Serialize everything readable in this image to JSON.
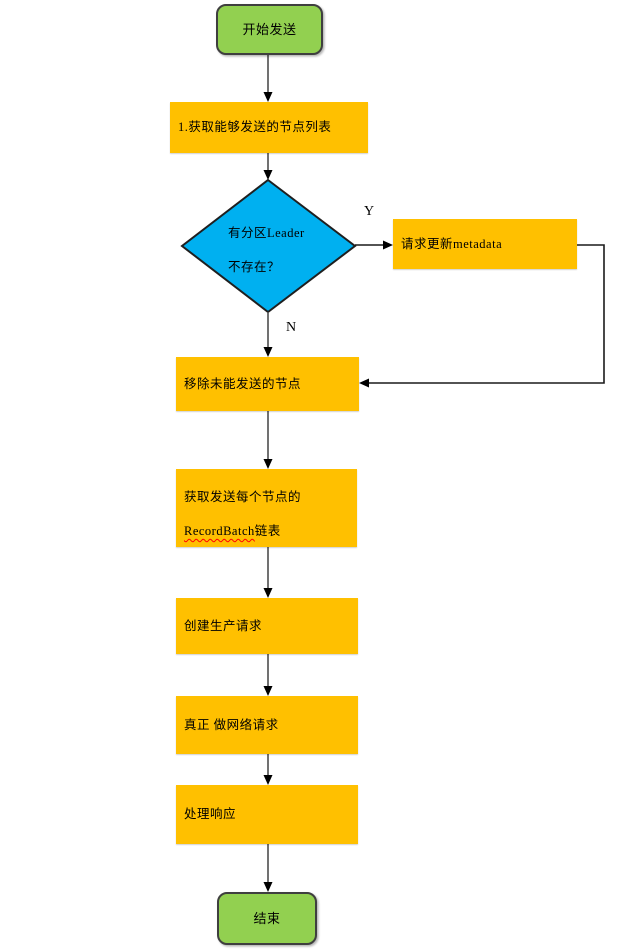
{
  "colors": {
    "page_bg": "#ffffff",
    "terminal_fill": "#92d050",
    "terminal_border": "#3f3f3f",
    "process_fill": "#ffc000",
    "decision_fill": "#00b0f0",
    "decision_border": "#1f1f1f",
    "connector": "#4d4d4d",
    "arrowhead": "#000000",
    "text": "#000000",
    "squiggle": "#ff0000"
  },
  "flowchart": {
    "nodes": {
      "start": {
        "type": "terminal",
        "label": "开始发送"
      },
      "get_node_list": {
        "type": "process",
        "label": "1.获取能够发送的节点列表"
      },
      "decision": {
        "type": "decision",
        "line1": "有分区Leader",
        "line2": "不存在？"
      },
      "update_metadata": {
        "type": "process",
        "label": "请求更新metadata"
      },
      "remove_nodes": {
        "type": "process",
        "label": "移除未能发送的节点"
      },
      "get_record_batches": {
        "type": "process",
        "line1": "获取发送每个节点的",
        "line2_word": "RecordBatch",
        "line2_suffix": "链表"
      },
      "create_produce_request": {
        "type": "process",
        "label": "创建生产请求"
      },
      "do_network_request": {
        "type": "process",
        "label": "真正 做网络请求"
      },
      "handle_response": {
        "type": "process",
        "label": "处理响应"
      },
      "end": {
        "type": "terminal",
        "label": "结束"
      }
    },
    "edge_labels": {
      "yes": "Y",
      "no": "N"
    }
  }
}
